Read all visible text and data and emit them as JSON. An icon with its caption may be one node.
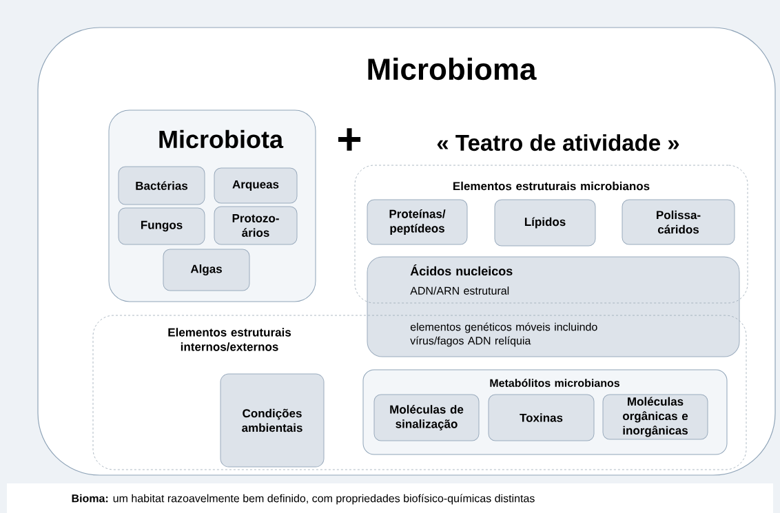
{
  "diagram": {
    "caption": "**Bioma:** um habitat razoavelmente bem definido, com propriedades biofísico-químicas distintas",
    "nodes": [
      {
        "text": [
          "Microbioma"
        ]
      },
      {
        "text": [
          "Microbiota"
        ],
        "in": 0
      },
      {
        "text": [
          "Bactérias"
        ],
        "in": 1
      },
      {
        "text": [
          "Arqueas"
        ],
        "in": 1
      },
      {
        "text": [
          "Fungos"
        ],
        "in": 1
      },
      {
        "text": [
          "Protozo- ários"
        ],
        "in": 1
      },
      {
        "text": [
          "Algas"
        ],
        "in": 1
      },
      {
        "text": [
          "Elementos estruturais microbianos"
        ],
        "in": 0
      },
      {
        "text": [
          "Proteínas/ peptídeos"
        ],
        "in": 7
      },
      {
        "text": [
          "Lípidos"
        ],
        "in": 7
      },
      {
        "text": [
          "Polissa- cáridos"
        ],
        "in": 7
      },
      {
        "text": [
          "Ácidos nucleicos",
          "ADN/ARN estrutural",
          "elementos genéticos móveis incluindo vírus/fagos ADN relíquia"
        ],
        "in": 0
      },
      {
        "text": [
          "Elementos estruturais internos/externos"
        ],
        "in": 0
      },
      {
        "text": [
          "Condições ambientais"
        ],
        "in": 12
      },
      {
        "text": [
          "Metabólitos microbianos"
        ],
        "in": 12
      },
      {
        "text": [
          "Moléculas de sinalização"
        ],
        "in": 14
      },
      {
        "text": [
          "Toxinas"
        ],
        "in": 14
      },
      {
        "text": [
          "Moléculas orgânicas e inorgânicas"
        ],
        "in": 14
      }
    ],
    "labels": [
      "+",
      "« Teatro de atividade »"
    ]
  }
}
